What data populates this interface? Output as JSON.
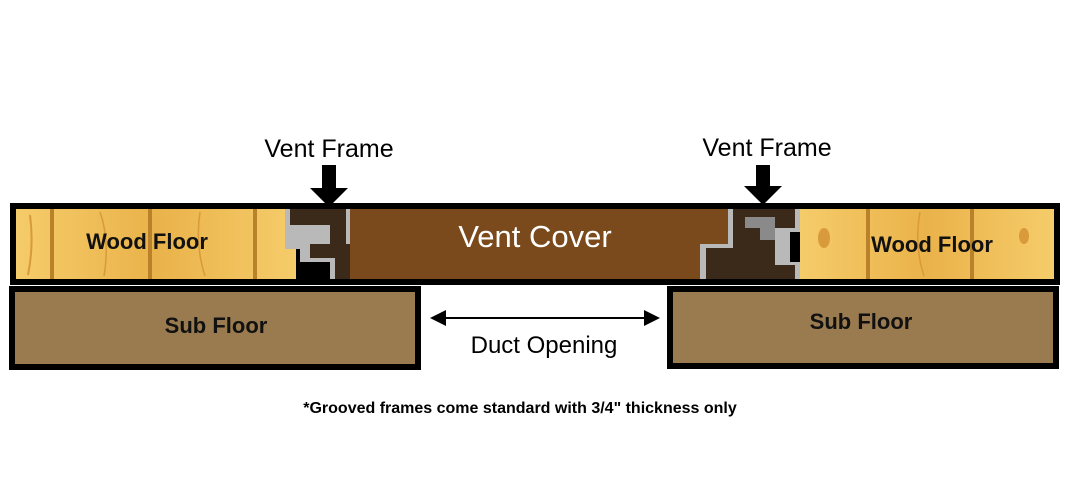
{
  "labels": {
    "vent_frame_left": "Vent Frame",
    "vent_frame_right": "Vent Frame",
    "vent_cover": "Vent Cover",
    "wood_floor_left": "Wood Floor",
    "wood_floor_right": "Wood Floor",
    "sub_floor_left": "Sub Floor",
    "sub_floor_right": "Sub Floor",
    "duct_opening": "Duct Opening",
    "footnote": "*Grooved frames come standard with 3/4\" thickness only"
  },
  "colors": {
    "wood_light": "#f2c35e",
    "wood_mid": "#e2a83e",
    "wood_grain": "#b8812a",
    "vent_cover": "#7a4a1c",
    "vent_frame": "#3b2a1a",
    "sub_floor": "#9a7b4f",
    "outline": "#000000",
    "groove_gray": "#9a9a9a"
  }
}
